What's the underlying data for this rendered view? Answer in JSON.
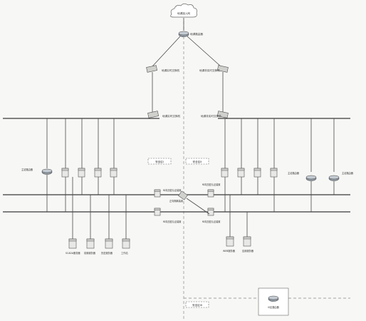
{
  "cloud": {
    "label": "地调接入网"
  },
  "core_router": {
    "label": "地调路由器"
  },
  "upper_switches": [
    {
      "label": "地调实时交换机"
    },
    {
      "label": "地调非实时交换机"
    }
  ],
  "lower_switches": [
    {
      "label": "地调实时交换机"
    },
    {
      "label": "地调非实时交换机"
    }
  ],
  "zones": [
    {
      "label": "安全区I"
    },
    {
      "label": "安全区II"
    },
    {
      "label": "安全区III"
    }
  ],
  "left_router": {
    "label": "主站路由器"
  },
  "right_routers": [
    {
      "label": "主站路由器"
    },
    {
      "label": "主站路由器"
    }
  ],
  "firewalls": [
    {
      "label": "纵向加密认证装置"
    },
    {
      "label": "纵向加密认证装置"
    },
    {
      "label": "纵向加密认证装置"
    },
    {
      "label": "纵向加密认证装置"
    }
  ],
  "center_device": {
    "label": "正向隔离装置"
  },
  "bottom_servers": [
    {
      "label": "SCADA服务器"
    },
    {
      "label": "前置服务器"
    },
    {
      "label": "历史服务器"
    },
    {
      "label": "工作站"
    }
  ],
  "right_bottom_servers": [
    {
      "label": "WEB服务器"
    },
    {
      "label": "应用服务器"
    }
  ],
  "zone3_router": {
    "label": "III区路由器"
  }
}
